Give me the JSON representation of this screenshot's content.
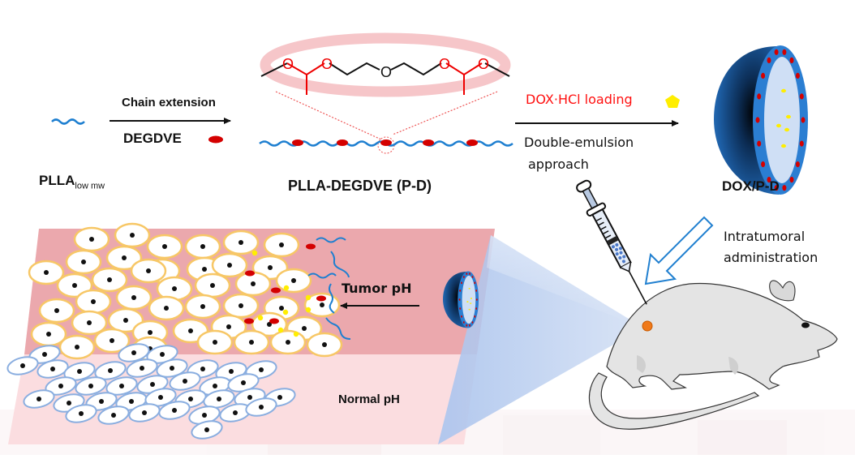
{
  "step1": {
    "reactant_label": "PLLA",
    "reactant_subscript": "low mw",
    "arrow_top_label": "Chain extension",
    "arrow_bottom_label": "DEGDVE"
  },
  "step2": {
    "product_label": "PLLA-DEGDVE (P-D)",
    "linker_atoms": [
      "O",
      "O",
      "O",
      "O",
      "O"
    ]
  },
  "step3": {
    "arrow_top_label": "DOX·HCl loading",
    "arrow_bottom_line1": "Double-emulsion",
    "arrow_bottom_line2": "approach",
    "nanoparticle_label": "DOX/P-D"
  },
  "in_vivo": {
    "route_line1": "Intratumoral",
    "route_line2": "administration",
    "tumor_label": "Tumor pH",
    "normal_label": "Normal pH"
  },
  "colors": {
    "polymer_chain": "#1e7fd0",
    "degdve_marker": "#d40000",
    "dox_marker": "#ffee00",
    "tumor_tissue": "#eba8ad",
    "normal_tissue": "#fbdde0",
    "tumor_cell_border": "#f7c766",
    "normal_cell_border": "#8aaee0",
    "nanoparticle_shell": "#1c5fa8",
    "tumor_dot": "#f07a1a",
    "red_text": "#ff1010"
  }
}
